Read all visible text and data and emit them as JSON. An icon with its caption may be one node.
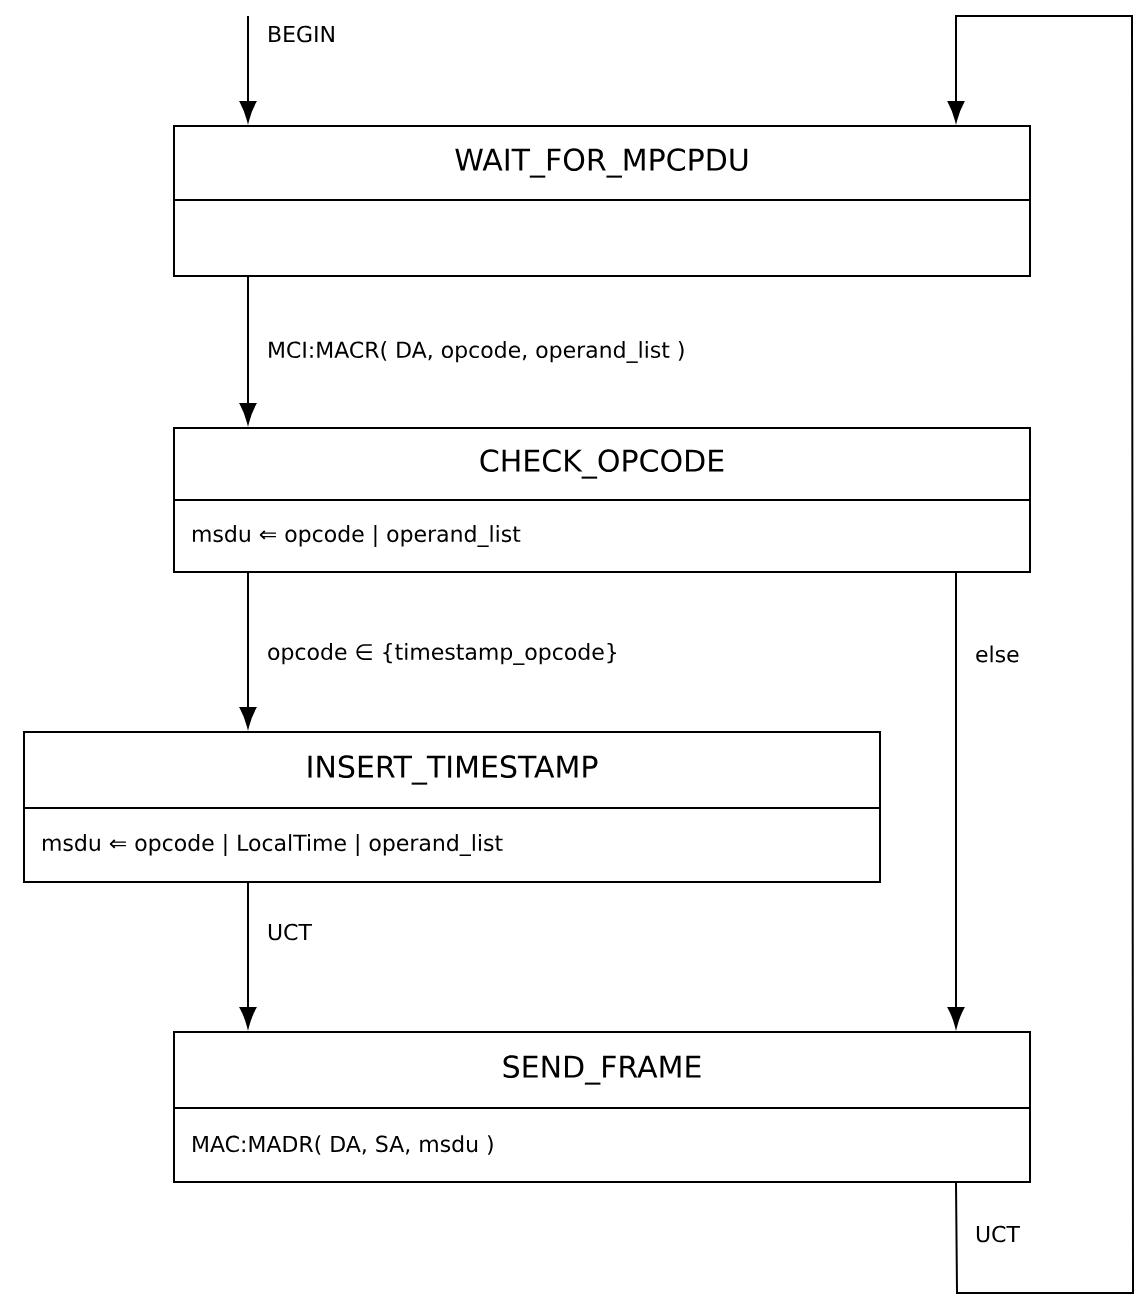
{
  "diagram": {
    "nodes": [
      {
        "text": [
          "WAIT_FOR_MPCPDU"
        ]
      },
      {
        "text": [
          "CHECK_OPCODE",
          "msdu ⇐ opcode | operand_list"
        ]
      },
      {
        "text": [
          "INSERT_TIMESTAMP",
          "msdu ⇐ opcode | LocalTime | operand_list"
        ]
      },
      {
        "text": [
          "SEND_FRAME",
          "MAC:MADR( DA, SA, msdu )"
        ]
      }
    ],
    "edges": [
      {
        "from": null,
        "to": 0,
        "arrow": "to",
        "label": "BEGIN"
      },
      {
        "from": 0,
        "to": 1,
        "arrow": "to",
        "label": "MCI:MACR( DA, opcode, operand_list )"
      },
      {
        "from": 1,
        "to": 2,
        "arrow": "to",
        "label": "opcode ∈ {timestamp_opcode}"
      },
      {
        "from": 1,
        "to": 3,
        "arrow": "to",
        "label": "else"
      },
      {
        "from": 2,
        "to": 3,
        "arrow": "to",
        "label": "UCT"
      },
      {
        "from": 3,
        "to": 0,
        "arrow": "to",
        "label": "UCT"
      }
    ]
  }
}
